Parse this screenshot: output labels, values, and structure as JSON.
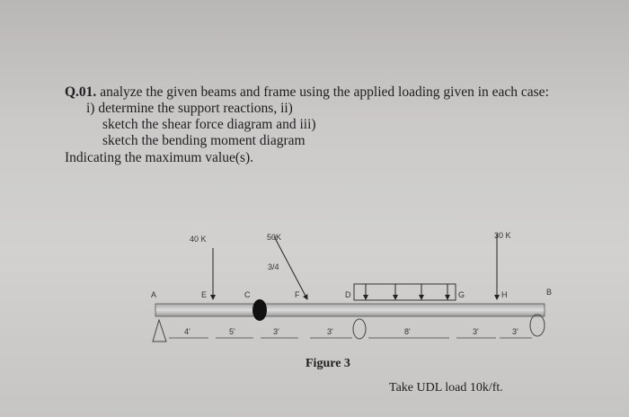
{
  "question": {
    "number": "Q.01.",
    "line1": "analyze the given beams and frame using the applied loading given in each case:",
    "line2": "i) determine the support reactions, ii)",
    "line3": "sketch the shear force diagram and iii)",
    "line4": "sketch the bending moment diagram",
    "line5": "Indicating the maximum value(s)."
  },
  "figure": {
    "caption": "Figure 3",
    "note": "Take UDL load 10k/ft.",
    "points": {
      "A": "A",
      "E": "E",
      "C": "C",
      "F": "F",
      "D": "D",
      "G": "G",
      "H": "H",
      "B": "B"
    },
    "loads": {
      "e_load": "40 K",
      "f_load": "50K",
      "f_slope": "3/4",
      "h_load": "30 K"
    },
    "dimensions": [
      "4'",
      "5'",
      "3'",
      "3'",
      "8'",
      "3'",
      "3'"
    ]
  }
}
